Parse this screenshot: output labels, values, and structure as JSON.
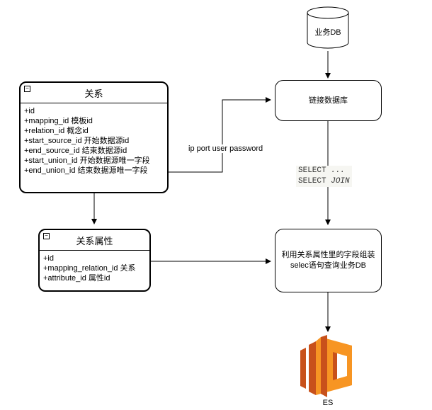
{
  "source_db": {
    "label": "业务DB"
  },
  "relation_class": {
    "title": "关系",
    "collapse_glyph": "−",
    "fields": [
      "+id",
      "+mapping_id 模板id",
      "+relation_id 概念id",
      "+start_source_id 开始数据源id",
      "+end_source_id 结束数据源id",
      "+start_union_id 开始数据源唯一字段",
      "+end_union_id 结束数据源唯一字段"
    ]
  },
  "attribute_class": {
    "title": "关系属性",
    "collapse_glyph": "−",
    "fields": [
      "+id",
      "+mapping_relation_id 关系",
      "+attribute_id 属性id"
    ]
  },
  "connect_box": {
    "label": "链接数据库"
  },
  "query_box": {
    "line1": "利用关系属性里的字段组装",
    "line2": "selec语句查询业务DB"
  },
  "connection_label": "ip port user password",
  "sql_snippet": {
    "line1_kw": "SELECT",
    "line1_rest": "...",
    "line2_kw": "SELECT",
    "line2_rest": "JOIN"
  },
  "target": {
    "label": "ES",
    "icon": "elasticsearch-service-icon",
    "colors": {
      "light": "#F79523",
      "dark": "#C8511B"
    }
  }
}
